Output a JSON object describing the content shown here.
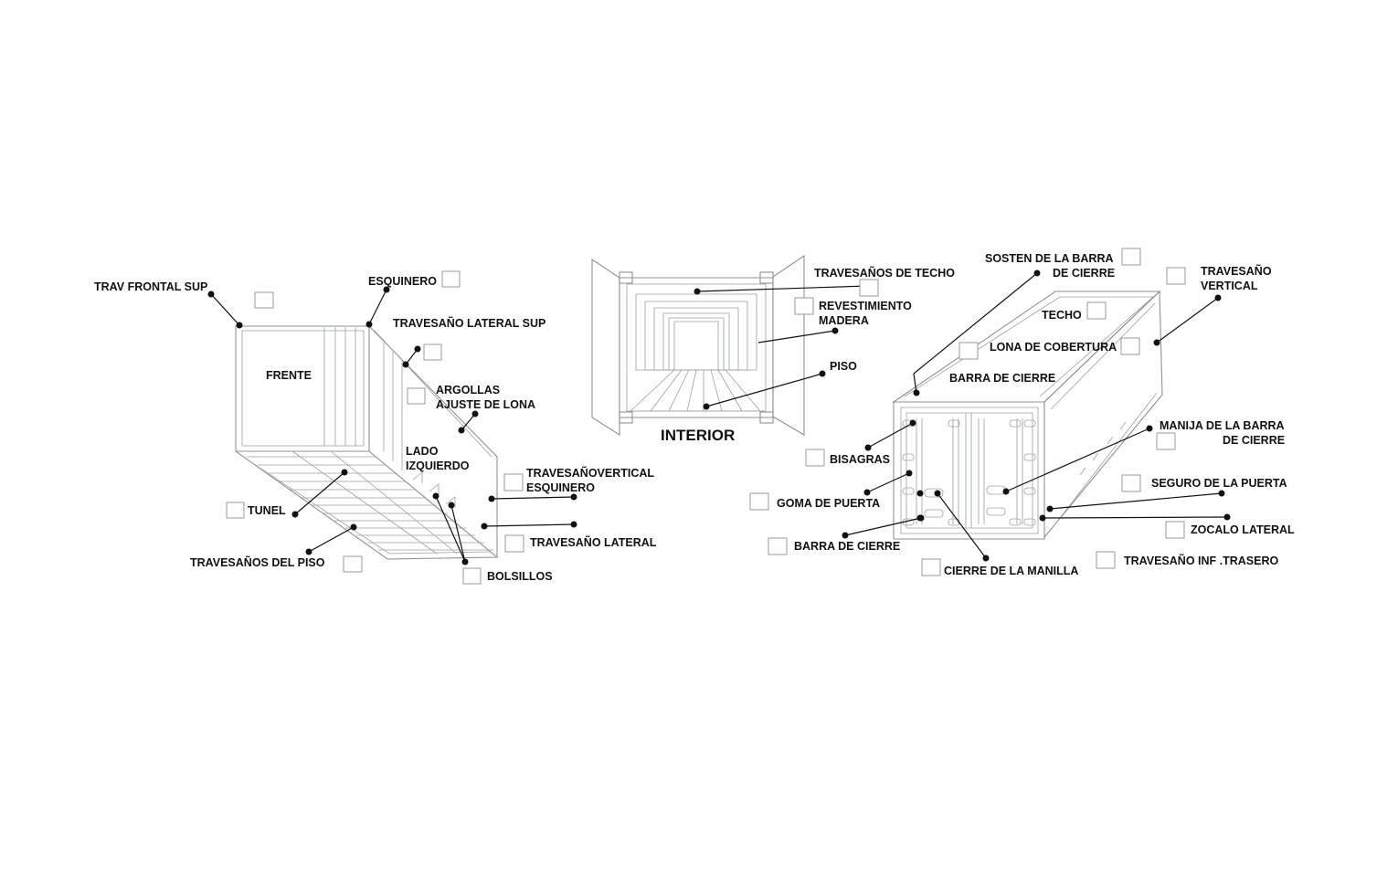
{
  "diagram": {
    "left_view": {
      "labels": {
        "trav_frontal_sup": "TRAV FRONTAL SUP",
        "esquinero": "ESQUINERO",
        "travesano_lateral_sup": "TRAVESAÑO LATERAL SUP",
        "frente": "FRENTE",
        "argollas_1": "ARGOLLAS",
        "argollas_2": "AJUSTE DE LONA",
        "lado_1": "LADO",
        "lado_2": "IZQUIERDO",
        "travesano_vertical_1": "TRAVESAÑOVERTICAL",
        "travesano_vertical_2": "ESQUINERO",
        "tunel": "TUNEL",
        "travesano_lateral": "TRAVESAÑO LATERAL",
        "travesanos_del_piso": "TRAVESAÑOS DEL PISO",
        "bolsillos": "BOLSILLOS"
      }
    },
    "interior_view": {
      "title": "INTERIOR",
      "labels": {
        "travesanos_de_techo": "TRAVESAÑOS DE TECHO",
        "revestimiento_1": "REVESTIMIENTO",
        "revestimiento_2": "MADERA",
        "piso": "PISO"
      }
    },
    "right_view": {
      "labels": {
        "sosten_1": "SOSTEN DE LA BARRA",
        "sosten_2": "DE CIERRE",
        "travesano_vert_1": "TRAVESAÑO",
        "travesano_vert_2": "VERTICAL",
        "techo": "TECHO",
        "lona_de_cobertura": "LONA DE COBERTURA",
        "barra_de_cierre_top": "BARRA DE CIERRE",
        "manija_1": "MANIJA DE LA BARRA",
        "manija_2": "DE CIERRE",
        "bisagras": "BISAGRAS",
        "seguro_de_la_puerta": "SEGURO DE LA PUERTA",
        "goma_de_puerta": "GOMA DE PUERTA",
        "zocalo_lateral": "ZOCALO LATERAL",
        "barra_de_cierre": "BARRA DE CIERRE",
        "travesano_inf_trasero": "TRAVESAÑO INF .TRASERO",
        "cierre_de_la_manilla": "CIERRE DE LA MANILLA"
      }
    }
  }
}
